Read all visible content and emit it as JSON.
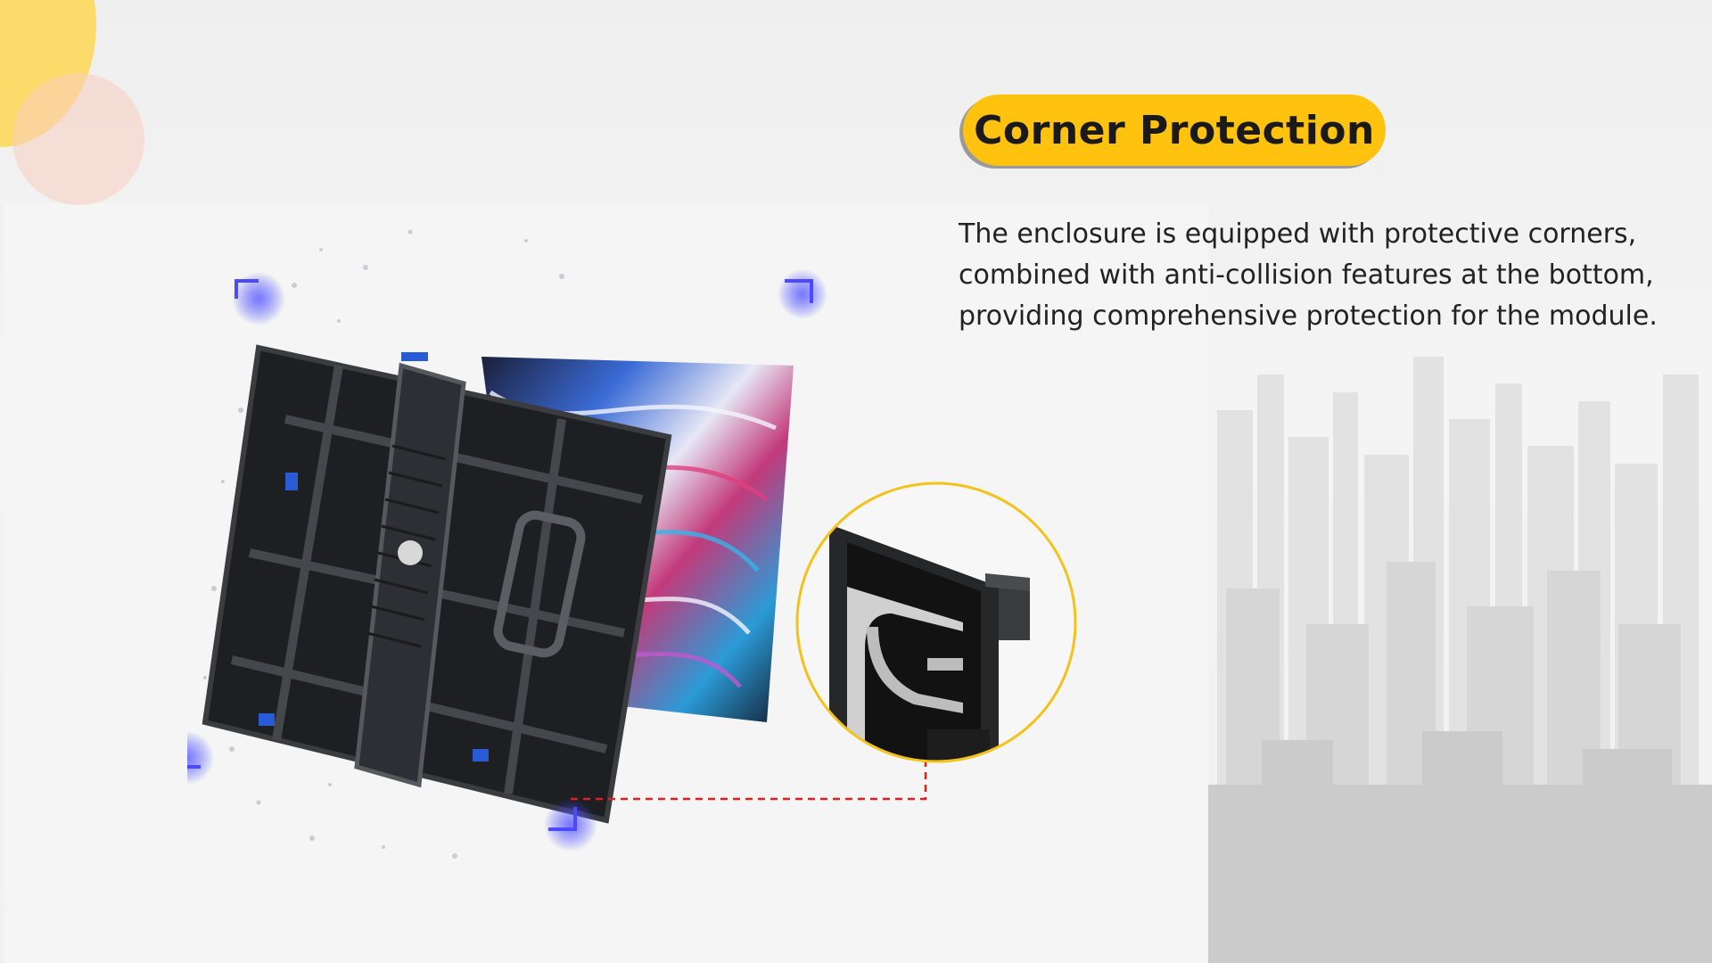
{
  "slide": {
    "title": "Corner Protection",
    "description_lines": [
      "The enclosure is equipped with protective corners,",
      "combined with anti-collision features at the bottom,",
      "providing comprehensive protection for the module."
    ]
  },
  "colors": {
    "accent_yellow": "#ffc20e",
    "circle_yellow": "#fddb6b",
    "corner_glow": "#3b3bff",
    "connector_red": "#e0201b"
  },
  "icons": {
    "product": "led-cabinet-image",
    "zoom": "corner-detail-image"
  }
}
